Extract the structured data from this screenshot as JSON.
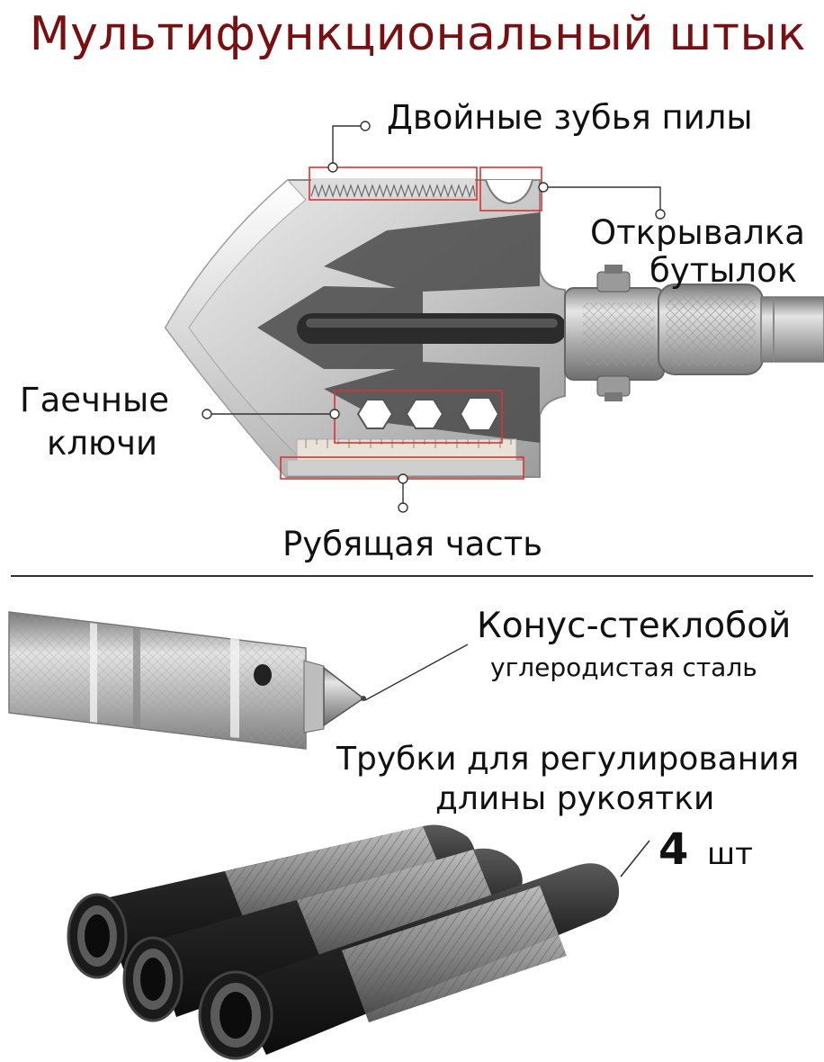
{
  "title": "Мультифункциональный штык",
  "labels": {
    "saw": "Двойные зубья пилы",
    "bottle_opener_line1": "Открывалка",
    "bottle_opener_line2": "бутылок",
    "wrenches_line1": "Гаечные",
    "wrenches_line2": "ключи",
    "chopping_edge": "Рубящая часть",
    "glass_breaker_line1": "Конус-стеклобой",
    "glass_breaker_line2": "углеродистая сталь",
    "tubes_line1": "Трубки для регулирования",
    "tubes_line2": "длины рукоятки",
    "tubes_count": "4",
    "tubes_count_unit": "шт"
  },
  "colors": {
    "title": "#7a0f12",
    "callout_box": "#e03030",
    "leader_line": "#333333",
    "divider": "#333333",
    "steel_light": "#d9d9d9",
    "steel_mid": "#a8a8a8",
    "steel_dark": "#3a3a3a",
    "tube_black": "#1b1b1b"
  },
  "icons": {
    "shovel": "shovel-blade-illustration",
    "handle": "glass-breaker-handle-illustration",
    "tubes": "extension-tubes-illustration"
  }
}
